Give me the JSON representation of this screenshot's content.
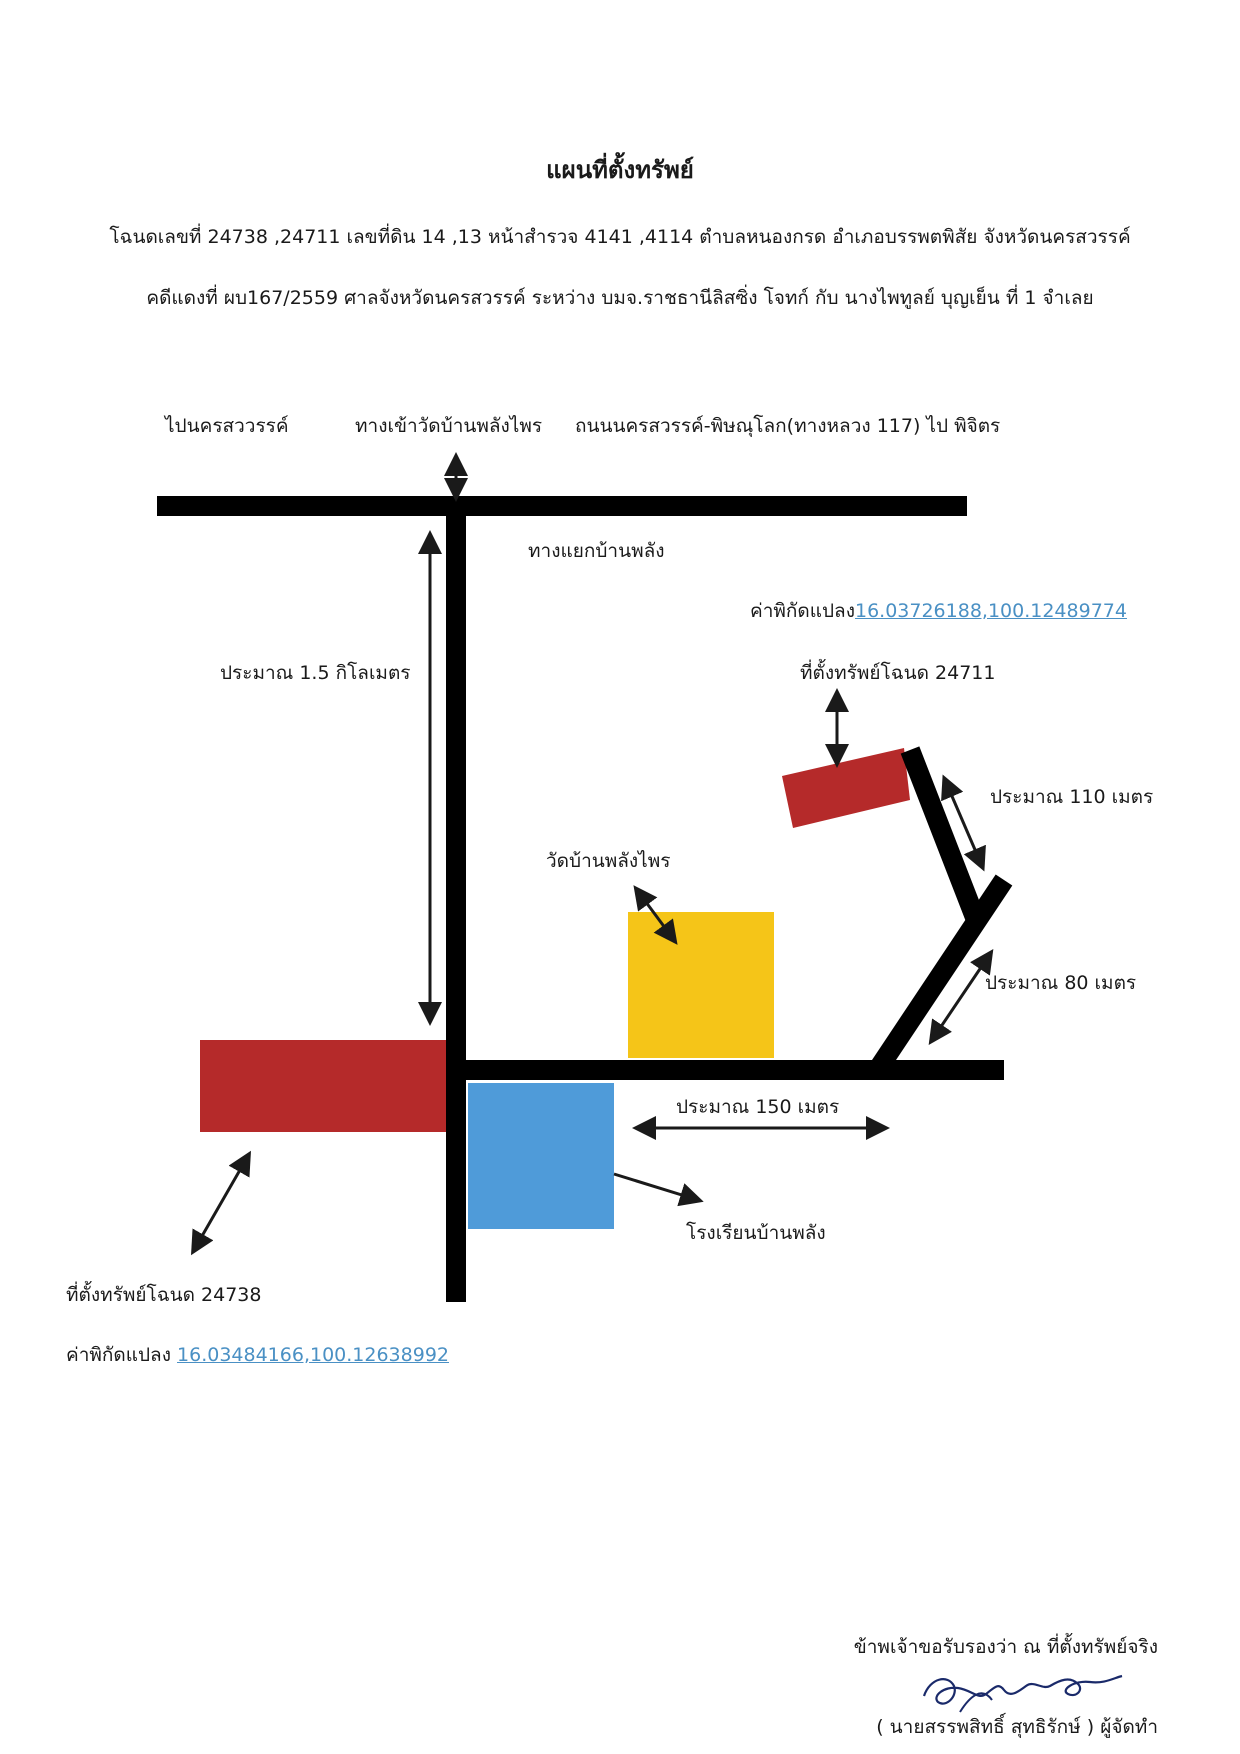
{
  "header": {
    "title": "แผนที่ตั้งทรัพย์",
    "deed_line": "โฉนดเลขที่ 24738 ,24711  เลขที่ดิน 14 ,13 หน้าสำรวจ  4141 ,4114 ตำบลหนองกรด อำเภอบรรพตพิสัย จังหวัดนครสวรรค์",
    "case_line": "คดีแดงที่ ผบ167/2559 ศาลจังหวัดนครสวรรค์ ระหว่าง บมจ.ราชธานีลิสซิ่ง โจทก์ กับ นางไพทูลย์  บุญเย็น ที่ 1 จำเลย"
  },
  "map": {
    "road_labels": {
      "to_nakhon_sawan": "ไปนครสววรรค์",
      "temple_entrance": "ทางเข้าวัดบ้านพลังไพร",
      "highway": "ถนนนครสวรรค์-พิษณุโลก(ทางหลวง 117) ไป พิจิตร",
      "junction": "ทางแยกบ้านพลัง"
    },
    "distances": {
      "vertical": "ประมาณ 1.5 กิโลเมตร",
      "d110": "ประมาณ 110 เมตร",
      "d80": "ประมาณ 80 เมตร",
      "d150": "ประมาณ 150 เมตร"
    },
    "landmarks": {
      "temple": "วัดบ้านพลังไพร",
      "school": "โรงเรียนบ้านพลัง"
    },
    "plots": {
      "plot_24711": {
        "label": "ที่ตั้งทรัพย์โฉนด 24711",
        "coord_prefix": "ค่าพิกัดแปลง",
        "coord": "16.03726188,100.12489774"
      },
      "plot_24738": {
        "label": "ที่ตั้งทรัพย์โฉนด 24738",
        "coord_prefix": "ค่าพิกัดแปลง ",
        "coord": "16.03484166,100.12638992"
      }
    },
    "colors": {
      "road": "#000000",
      "plot_red": "#b52a2a",
      "temple_yellow": "#f5c518",
      "school_blue": "#4f9bd9",
      "link": "#4a90c4"
    }
  },
  "certification": {
    "statement": "ข้าพเจ้าขอรับรองว่า ณ ที่ตั้งทรัพย์จริง",
    "signer": "( นายสรรพสิทธิ์  สุทธิรักษ์ ) ผู้จัดทำ"
  }
}
